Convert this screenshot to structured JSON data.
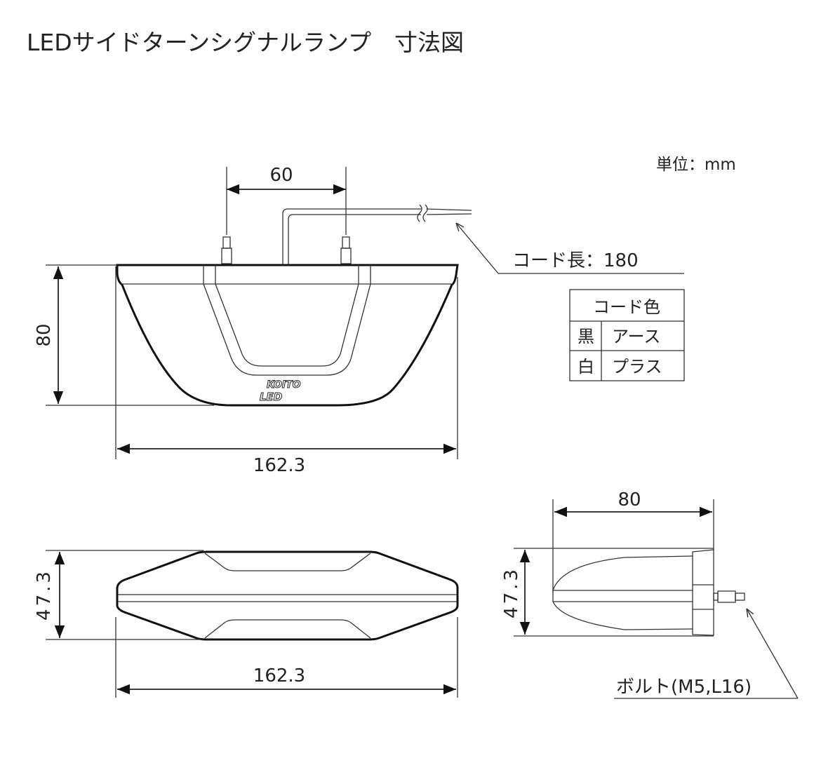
{
  "title": "LEDサイドターンシグナルランプ　寸法図",
  "unit": "単位：mm",
  "front_view": {
    "stud_spacing": "60",
    "height": "80",
    "width": "162.3",
    "cord_length": "コード長：180",
    "logo_text": "KOITO LED"
  },
  "cord_color_table": {
    "header": "コード色",
    "rows": [
      {
        "color": "黒",
        "meaning": "アース"
      },
      {
        "color": "白",
        "meaning": "プラス"
      }
    ]
  },
  "bottom_view": {
    "height": "47.3",
    "width": "162.3"
  },
  "side_view": {
    "depth": "80",
    "height": "47.3",
    "bolt": "ボルト(M5,L16)"
  },
  "colors": {
    "line": "#222222",
    "background": "#ffffff"
  }
}
